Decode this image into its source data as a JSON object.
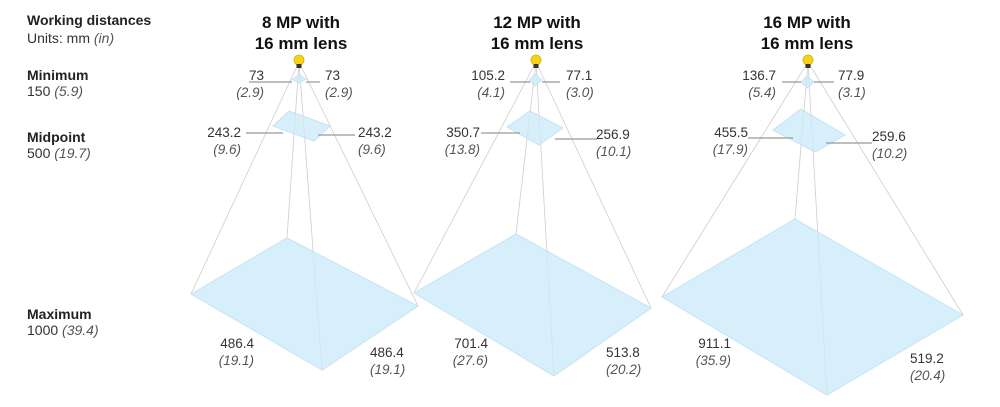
{
  "header": {
    "title": "Working distances",
    "units_prefix": "Units: mm",
    "units_paren": "(in)"
  },
  "rows": [
    {
      "name": "Minimum",
      "mm": "150",
      "in": "(5.9)"
    },
    {
      "name": "Midpoint",
      "mm": "500",
      "in": "(19.7)"
    },
    {
      "name": "Maximum",
      "mm": "1000",
      "in": "(39.4)"
    }
  ],
  "columns": [
    {
      "title_line1": "8 MP with",
      "title_line2": "16 mm lens",
      "min": {
        "left_mm": "73",
        "left_in": "(2.9)",
        "right_mm": "73",
        "right_in": "(2.9)"
      },
      "mid": {
        "left_mm": "243.2",
        "left_in": "(9.6)",
        "right_mm": "243.2",
        "right_in": "(9.6)"
      },
      "max": {
        "left_mm": "486.4",
        "left_in": "(19.1)",
        "right_mm": "486.4",
        "right_in": "(19.1)"
      }
    },
    {
      "title_line1": "12 MP with",
      "title_line2": "16 mm lens",
      "min": {
        "left_mm": "105.2",
        "left_in": "(4.1)",
        "right_mm": "77.1",
        "right_in": "(3.0)"
      },
      "mid": {
        "left_mm": "350.7",
        "left_in": "(13.8)",
        "right_mm": "256.9",
        "right_in": "(10.1)"
      },
      "max": {
        "left_mm": "701.4",
        "left_in": "(27.6)",
        "right_mm": "513.8",
        "right_in": "(20.2)"
      }
    },
    {
      "title_line1": "16 MP with",
      "title_line2": "16 mm lens",
      "min": {
        "left_mm": "136.7",
        "left_in": "(5.4)",
        "right_mm": "77.9",
        "right_in": "(3.1)"
      },
      "mid": {
        "left_mm": "455.5",
        "left_in": "(17.9)",
        "right_mm": "259.6",
        "right_in": "(10.2)"
      },
      "max": {
        "left_mm": "911.1",
        "left_in": "(35.9)",
        "right_mm": "519.2",
        "right_in": "(20.4)"
      }
    }
  ],
  "colors": {
    "field_fill": "#d6effb",
    "field_stroke": "#c4e4f4",
    "frustum_line": "#d0d0d0",
    "leader_line": "#999999",
    "camera_bulb": "#f5d31a",
    "camera_base": "#333333"
  },
  "icons": {
    "camera": "camera-bulb-icon"
  }
}
